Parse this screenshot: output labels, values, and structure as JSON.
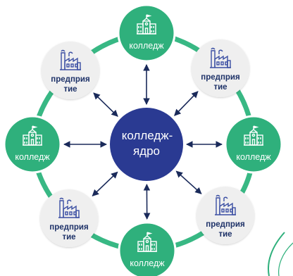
{
  "colors": {
    "green": "#2fb07c",
    "green_ring": "#38b884",
    "navy": "#2a3a92",
    "gray_circle": "#efefef",
    "text_dark": "#1e3268",
    "icon_blue": "#3b4fa3",
    "white": "#ffffff"
  },
  "center": {
    "label_line1": "колледж-",
    "label_line2": "ядро"
  },
  "nodes": [
    {
      "id": "top",
      "type": "college",
      "label": "колледж",
      "icon": "school-building-icon"
    },
    {
      "id": "top-right",
      "type": "enterprise",
      "label_line1": "предприя",
      "label_line2": "тие",
      "icon": "factory-icon"
    },
    {
      "id": "right",
      "type": "college",
      "label": "колледж",
      "icon": "school-building-icon"
    },
    {
      "id": "bottom-right",
      "type": "enterprise",
      "label_line1": "предприя",
      "label_line2": "тие",
      "icon": "factory-icon"
    },
    {
      "id": "bottom",
      "type": "college",
      "label": "колледж",
      "icon": "school-building-icon"
    },
    {
      "id": "bottom-left",
      "type": "enterprise",
      "label_line1": "предприя",
      "label_line2": "тие",
      "icon": "factory-icon"
    },
    {
      "id": "left",
      "type": "college",
      "label": "колледж",
      "icon": "school-building-icon"
    },
    {
      "id": "top-left",
      "type": "enterprise",
      "label_line1": "предприя",
      "label_line2": "тие",
      "icon": "factory-icon"
    }
  ]
}
